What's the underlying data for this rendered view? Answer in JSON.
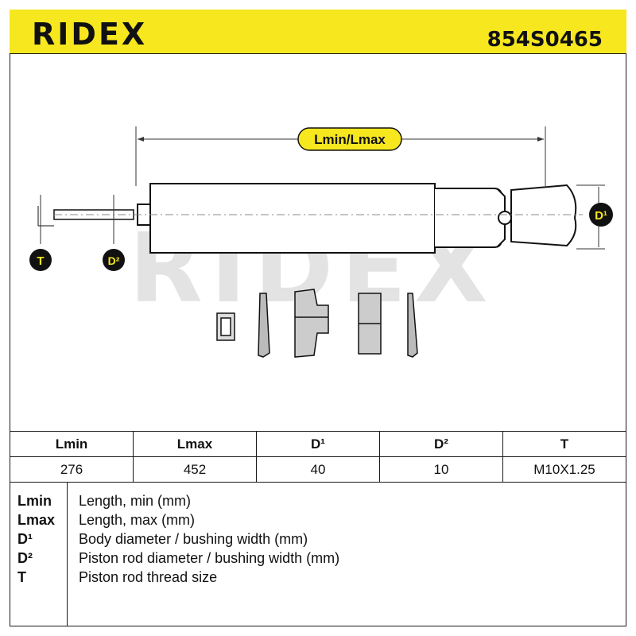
{
  "header": {
    "logo": "RIDEX",
    "part_number": "854S0465"
  },
  "drawing": {
    "dimension_label": "Lmin/Lmax",
    "callouts": {
      "t": "T",
      "d2": "D²",
      "d1": "D¹"
    },
    "watermark": "RIDEX"
  },
  "specs": {
    "headers": [
      "Lmin",
      "Lmax",
      "D¹",
      "D²",
      "T"
    ],
    "values": [
      "276",
      "452",
      "40",
      "10",
      "M10X1.25"
    ]
  },
  "legend": [
    {
      "key": "Lmin",
      "desc": "Length, min (mm)"
    },
    {
      "key": "Lmax",
      "desc": "Length, max (mm)"
    },
    {
      "key": "D¹",
      "desc": "Body diameter / bushing width (mm)"
    },
    {
      "key": "D²",
      "desc": "Piston rod diameter / bushing width (mm)"
    },
    {
      "key": "T",
      "desc": "Piston rod thread size"
    }
  ],
  "colors": {
    "accent": "#f6e71e",
    "ink": "#111111",
    "watermark": "#e3e3e3"
  }
}
